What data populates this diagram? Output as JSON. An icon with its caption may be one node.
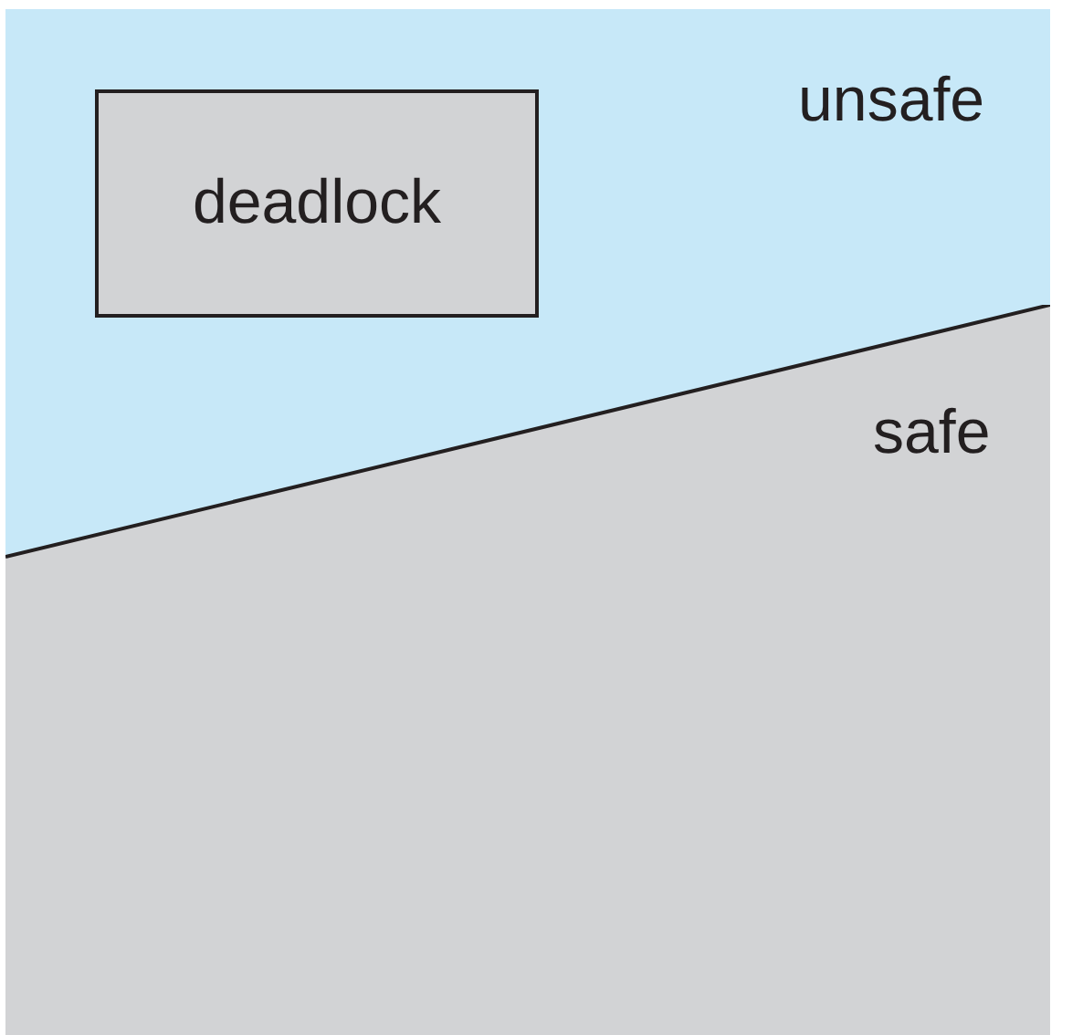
{
  "diagram": {
    "nodes": [
      {
        "text": [
          "unsafe"
        ]
      },
      {
        "text": [
          "deadlock"
        ],
        "in": 0
      },
      {
        "text": [
          "safe"
        ]
      }
    ]
  }
}
